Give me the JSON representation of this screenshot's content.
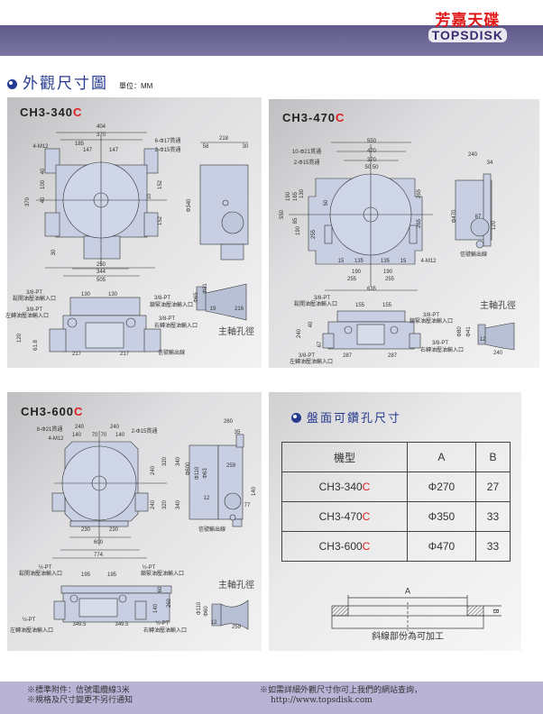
{
  "brand": {
    "cn": "芳嘉天碟",
    "en": "TOPSDISK"
  },
  "section_dimensions": {
    "title": "外觀尺寸圖",
    "unit_label": "單位：MM"
  },
  "section_drill": {
    "title": "盤面可鑽孔尺寸"
  },
  "panels": {
    "p340": {
      "model": "CH3-340",
      "suffix": "C",
      "dims": [
        "404",
        "370",
        "185",
        "147",
        "147",
        "4-M12",
        "6-Φ17貫通",
        "2-Φ15貫通",
        "370",
        "40",
        "100",
        "40",
        "152",
        "10",
        "152",
        "30",
        "250",
        "344",
        "505",
        "218",
        "58",
        "30",
        "Φ340",
        "3/8-PT",
        "鬆開油壓油輸入口",
        "3/8-PT",
        "左轉油壓油輸入口",
        "130",
        "130",
        "3/8-PT",
        "鎖緊油壓油輸入口",
        "3/8-PT",
        "右轉油壓油輸入口",
        "120",
        "61.8",
        "217",
        "217",
        "信號輸出線",
        "主軸孔徑",
        "Φ31",
        "Φ65",
        "19",
        "216"
      ]
    },
    "p470": {
      "model": "CH3-470",
      "suffix": "C",
      "dims": [
        "550",
        "470",
        "370",
        "50 50",
        "10-Φ21貫通",
        "2-Φ15貫通",
        "550",
        "190",
        "165",
        "130",
        "50",
        "85",
        "190",
        "255",
        "265",
        "265",
        "4-M12",
        "15",
        "135",
        "135",
        "15",
        "190",
        "190",
        "255",
        "255",
        "635",
        "240",
        "34",
        "Φ470",
        "87",
        "120",
        "信號輸出線",
        "3/8-PT",
        "鬆開油壓油輸入口",
        "155",
        "155",
        "3/8-PT",
        "鎖緊油壓油輸入口",
        "240",
        "40",
        "67",
        "3/8-PT",
        "左轉油壓油輸入口",
        "287",
        "287",
        "3/8-PT",
        "右轉油壓油輸入口",
        "主軸孔徑",
        "Φ80",
        "Φ41",
        "12",
        "240"
      ]
    },
    "p600": {
      "model": "CH3-600",
      "suffix": "C",
      "dims": [
        "8-Φ21貫通",
        "4-M12",
        "240",
        "240",
        "140",
        "70",
        "70",
        "140",
        "2-Φ15貫通",
        "240",
        "320",
        "340",
        "240",
        "320",
        "340",
        "230",
        "230",
        "600",
        "774",
        "260",
        "35",
        "Φ600",
        "Φ110",
        "Φ63",
        "259",
        "140",
        "12",
        "77",
        "信號輸出線",
        "½-PT",
        "鬆開油壓油輸入口",
        "195",
        "195",
        "½-PT",
        "鎖緊油壓油輸入口",
        "60",
        "260",
        "140",
        "½-PT",
        "左轉油壓油輸入口",
        "349.5",
        "349.5",
        "½-PT",
        "右轉油壓油輸入口",
        "主軸孔徑",
        "Φ110",
        "Φ60",
        "12",
        "259"
      ]
    }
  },
  "drill_table": {
    "headers": [
      "機型",
      "A",
      "B"
    ],
    "rows": [
      {
        "model": "CH3-340",
        "suffix": "C",
        "a": "Φ270",
        "b": "27"
      },
      {
        "model": "CH3-470",
        "suffix": "C",
        "a": "Φ350",
        "b": "33"
      },
      {
        "model": "CH3-600",
        "suffix": "C",
        "a": "Φ470",
        "b": "33"
      }
    ],
    "diagram": {
      "a_label": "A",
      "b_label": "B",
      "caption": "斜線部份為可加工"
    }
  },
  "footer": {
    "left_1": "※標準附件：信號電纜線3米",
    "left_2": "※規格及尺寸變更不另行通知",
    "right_1": "※如需詳細外觀尺寸你可上我們的網站查詢，",
    "right_2": "http://www.topsdisk.com"
  }
}
